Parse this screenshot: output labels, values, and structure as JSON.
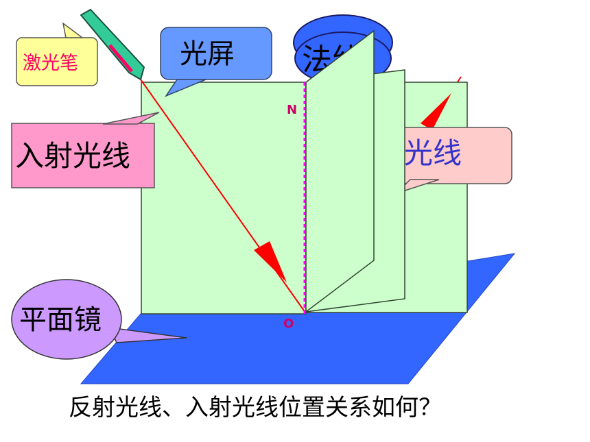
{
  "labels": {
    "laser_pen": "激光笔",
    "screen": "光屏",
    "normal": "法线",
    "incident_ray": "入射光线",
    "reflected_ray": "反射光线",
    "mirror": "平面镜",
    "point_n": "N",
    "point_o": "O"
  },
  "question": "反射光线、入射光线位置关系如何？",
  "colors": {
    "screen": "#ccffcc",
    "mirror": "#3366ff",
    "normal_line": "#ff00ff",
    "ray": "#ff0000",
    "laser_pen_body": "#33cc99",
    "laser_pen_stripe": "#ff0066",
    "callout_laser": "#ffff99",
    "callout_screen": "#6699ff",
    "callout_normal": "#3366ff",
    "callout_incident": "#ff99cc",
    "callout_reflected": "#ffcccc",
    "callout_mirror": "#cc99ff",
    "point_label": "#cc0066"
  }
}
